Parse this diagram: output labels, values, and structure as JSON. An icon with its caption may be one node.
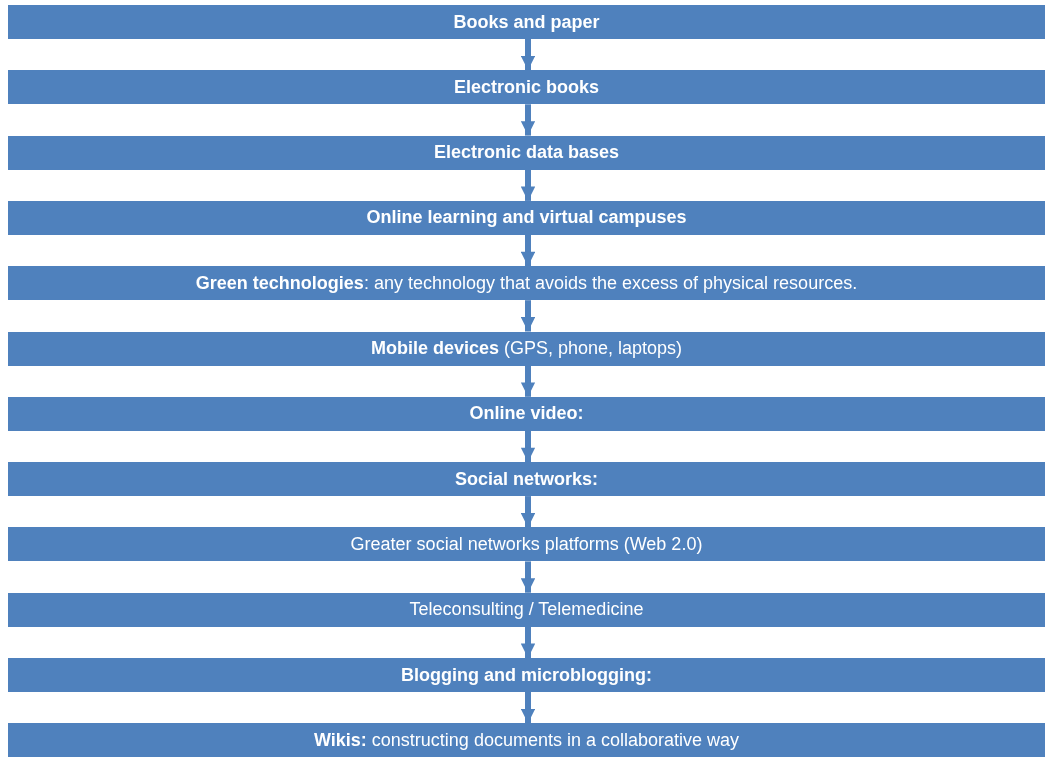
{
  "diagram": {
    "nodes": [
      {
        "text": [
          "Books and paper"
        ]
      },
      {
        "text": [
          "Electronic books"
        ]
      },
      {
        "text": [
          "Electronic data bases"
        ]
      },
      {
        "text": [
          "Online learning and virtual campuses"
        ]
      },
      {
        "text": [
          "**Green technologies**: any technology that avoids the excess of physical resources."
        ]
      },
      {
        "text": [
          "**Mobile devices** (GPS, phone, laptops)"
        ]
      },
      {
        "text": [
          "Online video:"
        ]
      },
      {
        "text": [
          "Social networks:"
        ]
      },
      {
        "text": [
          "Greater social networks platforms (Web 2.0)"
        ]
      },
      {
        "text": [
          "Teleconsulting / Telemedicine"
        ]
      },
      {
        "text": [
          "Blogging and microblogging:"
        ]
      },
      {
        "text": [
          "**Wikis:** constructing documents in a collaborative way"
        ]
      }
    ],
    "edges": [
      {
        "from": 0,
        "to": 1,
        "arrow": "to"
      },
      {
        "from": 1,
        "to": 2,
        "arrow": "to"
      },
      {
        "from": 2,
        "to": 3,
        "arrow": "to"
      },
      {
        "from": 3,
        "to": 4,
        "arrow": "to"
      },
      {
        "from": 4,
        "to": 5,
        "arrow": "to"
      },
      {
        "from": 5,
        "to": 6,
        "arrow": "to"
      },
      {
        "from": 6,
        "to": 7,
        "arrow": "to"
      },
      {
        "from": 7,
        "to": 8,
        "arrow": "to"
      },
      {
        "from": 8,
        "to": 9,
        "arrow": "to"
      },
      {
        "from": 9,
        "to": 10,
        "arrow": "to"
      },
      {
        "from": 10,
        "to": 11,
        "arrow": "to"
      }
    ]
  }
}
